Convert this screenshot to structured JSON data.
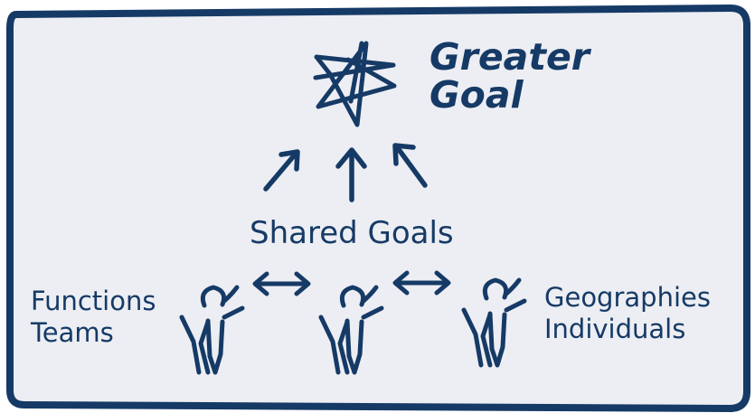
{
  "title": {
    "line1": "Greater",
    "line2": "Goal"
  },
  "middle_label": "Shared Goals",
  "left_label": {
    "line1": "Functions",
    "line2": "Teams"
  },
  "right_label": {
    "line1": "Geographies",
    "line2": "Individuals"
  },
  "colors": {
    "ink": "#163a66",
    "panel": "#eceef3",
    "border": "#163a66"
  },
  "icons": [
    "star-icon",
    "arrow-up-icon",
    "double-arrow-icon",
    "person-icon"
  ]
}
